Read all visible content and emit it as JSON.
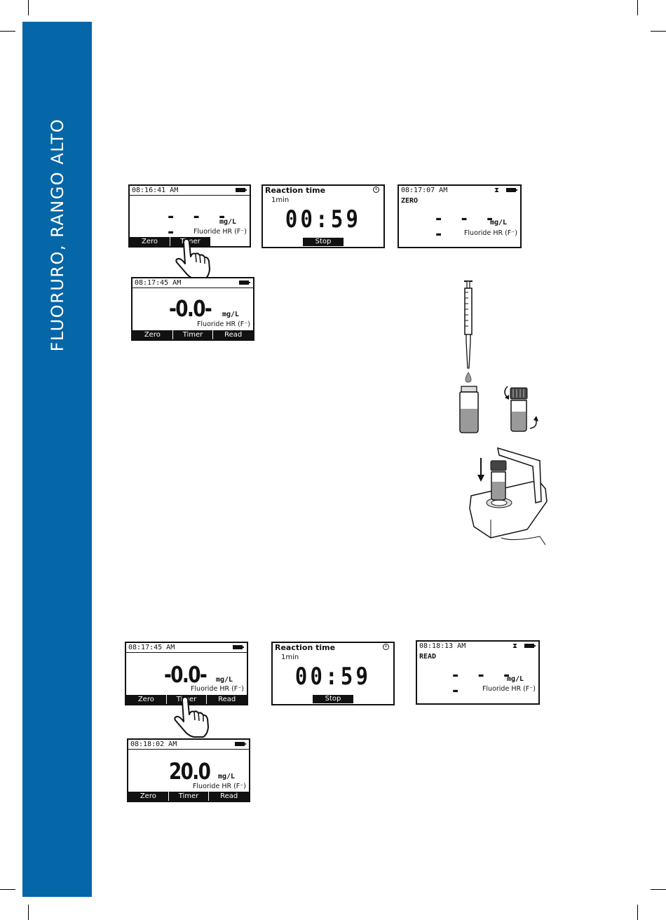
{
  "sidebar": {
    "title": "FLUORURO, RANGO ALTO"
  },
  "screens": {
    "s1": {
      "time": "08:16:41 AM",
      "dashes": "- - - -",
      "unit": "mg/L",
      "param": "Fluoride HR (F⁻)",
      "keys": [
        "Zero",
        "Timer"
      ]
    },
    "s2": {
      "title": "Reaction time",
      "sub": "1min",
      "timer": "00:59",
      "key": "Stop"
    },
    "s3": {
      "time": "08:17:07 AM",
      "mode": "ZERO",
      "dashes": "- - - -",
      "unit": "mg/L",
      "param": "Fluoride HR (F⁻)"
    },
    "s4": {
      "time": "08:17:45 AM",
      "value": "-0.0-",
      "unit": "mg/L",
      "param": "Fluoride HR (F⁻)",
      "keys": [
        "Zero",
        "Timer",
        "Read"
      ]
    },
    "s5": {
      "time": "08:17:45 AM",
      "value": "-0.0-",
      "unit": "mg/L",
      "param": "Fluoride HR (F⁻)",
      "keys": [
        "Zero",
        "Timer",
        "Read"
      ]
    },
    "s6": {
      "title": "Reaction time",
      "sub": "1min",
      "timer": "00:59",
      "key": "Stop"
    },
    "s7": {
      "time": "08:18:13 AM",
      "mode": "READ",
      "dashes": "- - - -",
      "unit": "mg/L",
      "param": "Fluoride HR (F⁻)"
    },
    "s8": {
      "time": "08:18:02 AM",
      "value": "20.0",
      "unit": "mg/L",
      "param": "Fluoride HR (F⁻)",
      "keys": [
        "Zero",
        "Timer",
        "Read"
      ]
    }
  }
}
